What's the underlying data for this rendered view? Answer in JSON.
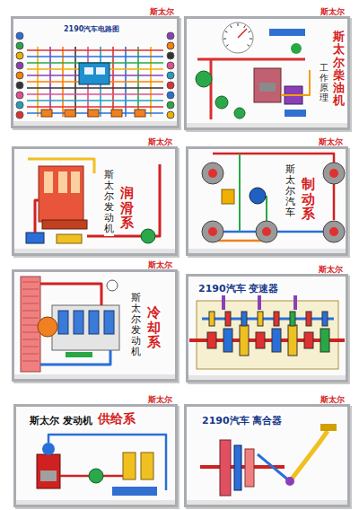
{
  "diagram": {
    "nodes": [
      {
        "text": [
          "斯太尔",
          "2190汽车电路图"
        ]
      },
      {
        "text": [
          "斯太尔",
          "斯太尔柴油机",
          "工作原理"
        ]
      },
      {
        "text": [
          "斯太尔",
          "斯太尔发动机",
          "润滑系"
        ]
      },
      {
        "text": [
          "斯太尔",
          "斯太尔汽车",
          "制动系"
        ]
      },
      {
        "text": [
          "斯太尔",
          "斯太尔发动机",
          "冷却系"
        ]
      },
      {
        "text": [
          "斯太尔",
          "2190汽车 变速器"
        ]
      },
      {
        "text": [
          "斯太尔",
          "斯太尔 发动机",
          "供给系"
        ]
      },
      {
        "text": [
          "斯太尔",
          "2190汽车 离合器"
        ]
      }
    ]
  }
}
